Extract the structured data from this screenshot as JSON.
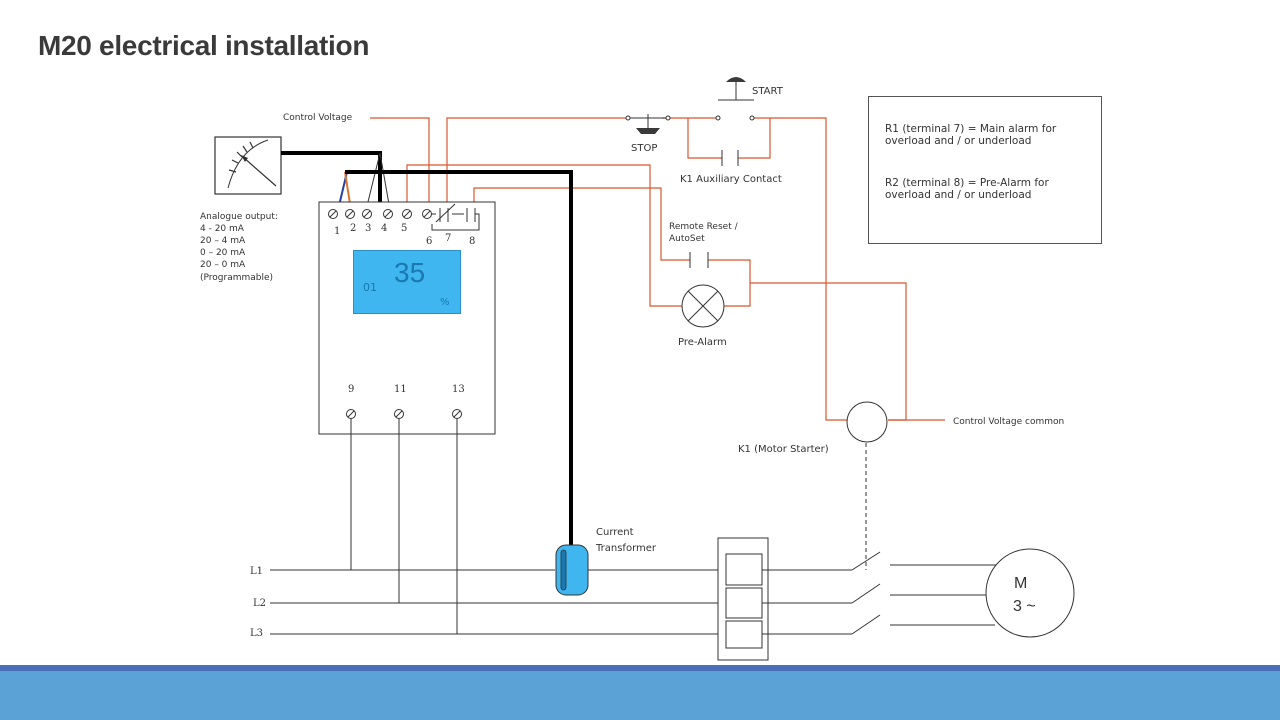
{
  "slide": {
    "title": "M20 electrical installation"
  },
  "labels": {
    "control_voltage": "Control Voltage",
    "analogue_output": [
      "Analogue output:",
      "4 - 20 mA",
      "20 – 4 mA",
      "0 – 20 mA",
      "20 – 0 mA",
      "(Programmable)"
    ],
    "start": "START",
    "stop": "STOP",
    "k1_aux": "K1 Auxiliary Contact",
    "remote_reset": [
      "Remote Reset /",
      "AutoSet"
    ],
    "pre_alarm": "Pre-Alarm",
    "control_voltage_common": "Control Voltage common",
    "k1_motor_starter": "K1 (Motor Starter)",
    "current_transformer": [
      "Current",
      "Transformer"
    ],
    "l1": "L1",
    "l2": "L2",
    "l3": "L3"
  },
  "relay_info": {
    "r1": "R1 (terminal 7) = Main alarm for overload and / or underload",
    "r2": "R2 (terminal 8) = Pre-Alarm for overload and / or underload"
  },
  "device": {
    "display_value": "35",
    "display_channel": "01",
    "display_unit": "%",
    "terminals_top": [
      "1",
      "2",
      "3",
      "4",
      "5",
      "6",
      "7",
      "8"
    ],
    "terminals_bottom": [
      "9",
      "11",
      "13"
    ]
  },
  "motor": {
    "line1": "M",
    "line2": "3 ~"
  },
  "colors": {
    "wire_control": "#d9562e",
    "wire_power": "#000000",
    "display": "#3fb6f0",
    "ct": "#3fb6f0",
    "footer_bar": "#5ba3d6",
    "footer_strip": "#4a6fb8"
  }
}
